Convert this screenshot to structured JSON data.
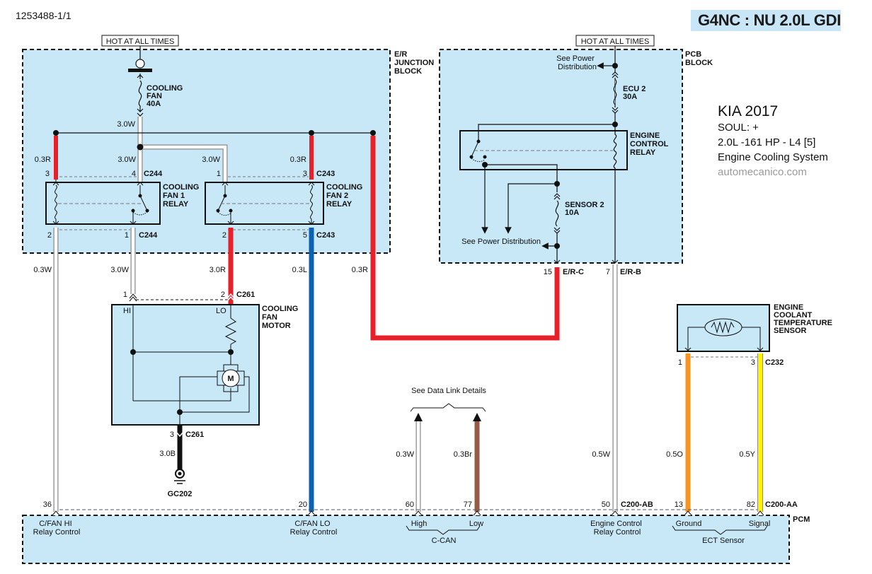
{
  "header": {
    "doc_id": "1253488-1/1",
    "engine_title": "G4NC : NU 2.0L GDI"
  },
  "vehicle_info": {
    "make_year": "KIA 2017",
    "model": "SOUL: +",
    "engine": "2.0L -161 HP - L4 [5]",
    "system": "Engine Cooling System",
    "website": "automecanico.com"
  },
  "colors": {
    "block_fill": "#c8e8f8",
    "wire_red": "#e8202a",
    "wire_blue": "#0a62b0",
    "wire_brown": "#955c45",
    "wire_orange": "#f7931e",
    "wire_yellow": "#fff200",
    "wire_black": "#111111",
    "wire_white_outline": "#8a8a8a"
  },
  "labels": {
    "hot_at_all_times": "HOT AT ALL TIMES",
    "er_junction_block": [
      "E/R",
      "JUNCTION",
      "BLOCK"
    ],
    "pcb_block": [
      "PCB",
      "BLOCK"
    ],
    "pcm": "PCM",
    "see_power_distribution_1": [
      "See Power",
      "Distribution"
    ],
    "see_power_distribution_2": "See Power Distribution",
    "see_data_link_details": "See Data Link Details"
  },
  "fuses": {
    "cooling_fan": [
      "COOLING",
      "FAN",
      "40A"
    ],
    "ecu2": [
      "ECU 2",
      "30A"
    ],
    "sensor2": [
      "SENSOR 2",
      "10A"
    ]
  },
  "components": {
    "fan1_relay": [
      "COOLING",
      "FAN 1",
      "RELAY"
    ],
    "fan2_relay": [
      "COOLING",
      "FAN 2",
      "RELAY"
    ],
    "engine_control_relay": [
      "ENGINE",
      "CONTROL",
      "RELAY"
    ],
    "fan_motor": [
      "COOLING",
      "FAN",
      "MOTOR"
    ],
    "motor_symbol": "M",
    "motor_hi": "HI",
    "motor_lo": "LO",
    "ect_sensor": [
      "ENGINE",
      "COOLANT",
      "TEMPERATURE",
      "SENSOR"
    ],
    "ground": "GC202"
  },
  "connectors": {
    "c244": "C244",
    "c243": "C243",
    "c261": "C261",
    "c232": "C232",
    "er_c": "E/R-C",
    "er_b": "E/R-B",
    "c200ab": "C200-AB",
    "c200aa": "C200-AA"
  },
  "pins": {
    "f1_top_left": "3",
    "f1_top_right": "4",
    "f1_bot_left": "2",
    "f1_bot_right": "1",
    "f2_top_left": "1",
    "f2_top_right": "3",
    "f2_bot_left": "2",
    "f2_bot_right": "5",
    "m_hi": "1",
    "m_lo": "2",
    "m_gnd": "3",
    "er_c": "15",
    "er_b": "7",
    "ect1": "1",
    "ect3": "3",
    "pcm36": "36",
    "pcm20": "20",
    "pcm60": "60",
    "pcm77": "77",
    "pcm50": "50",
    "pcm13": "13",
    "pcm82": "82"
  },
  "wires": {
    "feed_main": "3.0W",
    "f1_in_red": "0.3R",
    "f1_in_w": "3.0W",
    "f2_in_w": "3.0W",
    "f2_in_red": "0.3R",
    "pcm36_w": "0.3W",
    "hi_w": "3.0W",
    "lo_r": "3.0R",
    "pcm20_l": "0.3L",
    "ecr_r": "0.3R",
    "gnd_b": "3.0B",
    "can_hi": "0.3W",
    "can_lo": "0.3Br",
    "ecr_ctrl": "0.5W",
    "ect_gnd": "0.5O",
    "ect_sig": "0.5Y"
  },
  "pcm_terminals": {
    "cfan_hi": [
      "C/FAN HI",
      "Relay Control"
    ],
    "cfan_lo": [
      "C/FAN LO",
      "Relay Control"
    ],
    "can_high": "High",
    "can_low": "Low",
    "can_group": "C-CAN",
    "ecr_ctrl": [
      "Engine Control",
      "Relay Control"
    ],
    "ect_ground": "Ground",
    "ect_signal": "Signal",
    "ect_group": "ECT Sensor"
  }
}
